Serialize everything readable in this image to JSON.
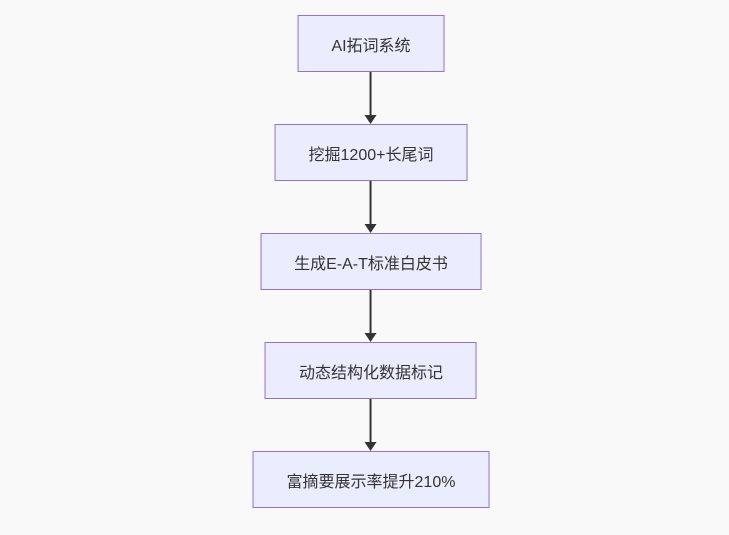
{
  "diagram": {
    "type": "flowchart-top-down",
    "nodes": [
      {
        "id": "A",
        "label": "AI拓词系统"
      },
      {
        "id": "B",
        "label": "挖掘1200+长尾词"
      },
      {
        "id": "C",
        "label": "生成E-A-T标准白皮书"
      },
      {
        "id": "D",
        "label": "动态结构化数据标记"
      },
      {
        "id": "E",
        "label": "富摘要展示率提升210%"
      }
    ],
    "edges": [
      {
        "from": "A",
        "to": "B"
      },
      {
        "from": "B",
        "to": "C"
      },
      {
        "from": "C",
        "to": "D"
      },
      {
        "from": "D",
        "to": "E"
      }
    ],
    "colors": {
      "node_fill": "#ECECFF",
      "node_border": "#9370DB",
      "arrow": "#333333",
      "text": "#333333",
      "background": "#f9f9f9"
    }
  }
}
